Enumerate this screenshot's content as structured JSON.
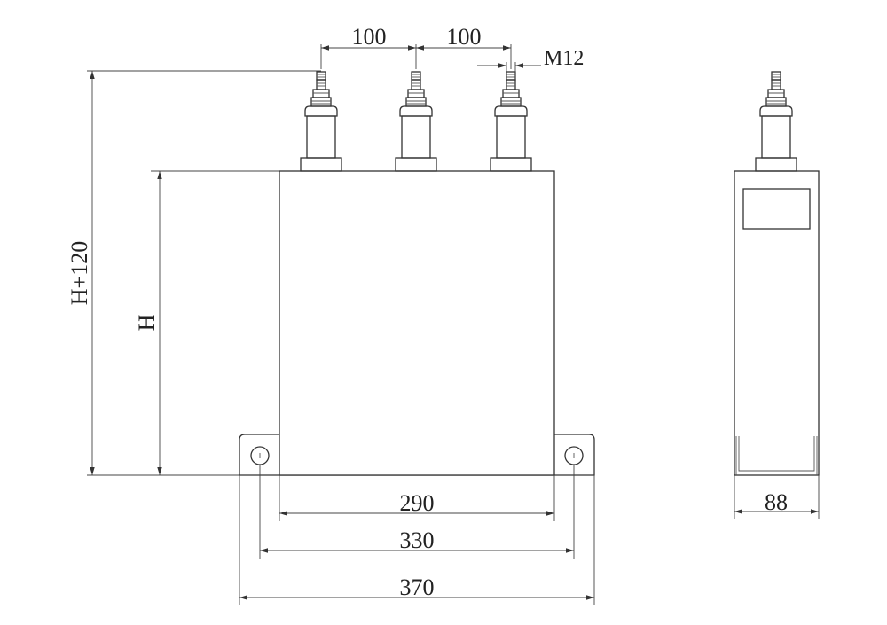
{
  "dimensions": {
    "terminal_pitch_1": "100",
    "terminal_pitch_2": "100",
    "thread": "M12",
    "total_height": "H+120",
    "case_height": "H",
    "case_width": "290",
    "hole_spacing": "330",
    "bracket_width": "370",
    "depth": "88"
  },
  "colors": {
    "line": "#333333",
    "background": "#ffffff"
  }
}
